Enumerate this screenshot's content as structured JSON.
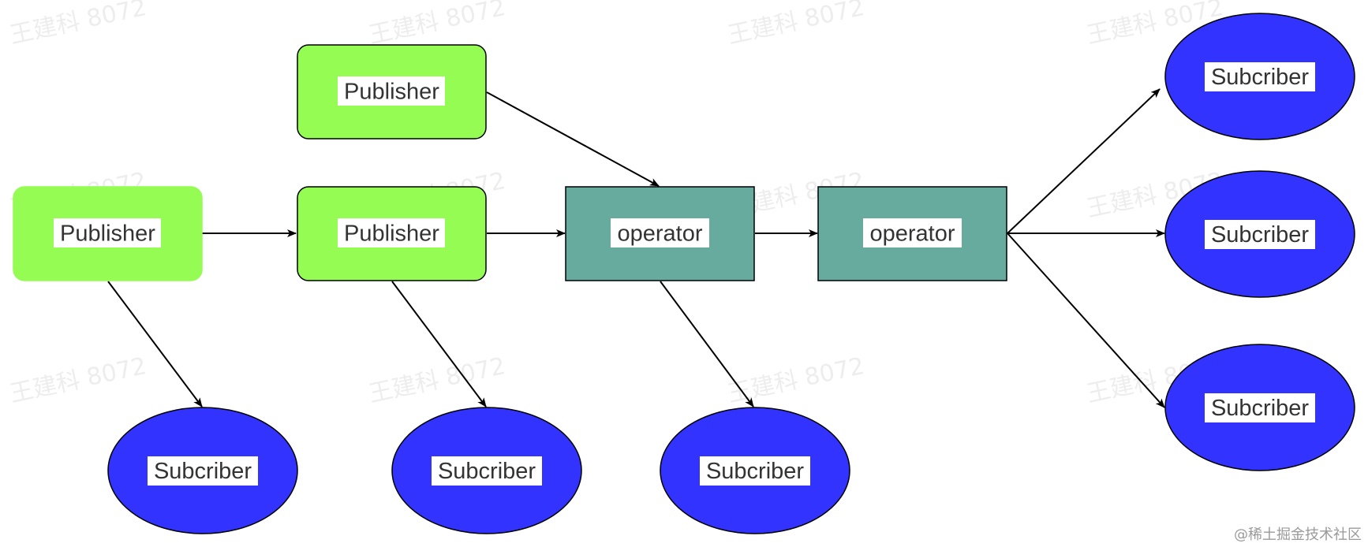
{
  "colors": {
    "publisher_fill": "#94fc52",
    "operator_fill": "#67ab9f",
    "subscriber_fill": "#3333ff",
    "stroke": "#000000",
    "label_text": "#333333"
  },
  "nodes": {
    "publisher_top": "Publisher",
    "publisher_left": "Publisher",
    "publisher_mid": "Publisher",
    "operator_1": "operator",
    "operator_2": "operator",
    "subscriber_1": "Subcriber",
    "subscriber_2": "Subcriber",
    "subscriber_3": "Subcriber",
    "subscriber_right_top": "Subcriber",
    "subscriber_right_mid": "Subcriber",
    "subscriber_right_bottom": "Subcriber"
  },
  "watermark": "王建科 8072",
  "credit": "@稀土掘金技术社区"
}
